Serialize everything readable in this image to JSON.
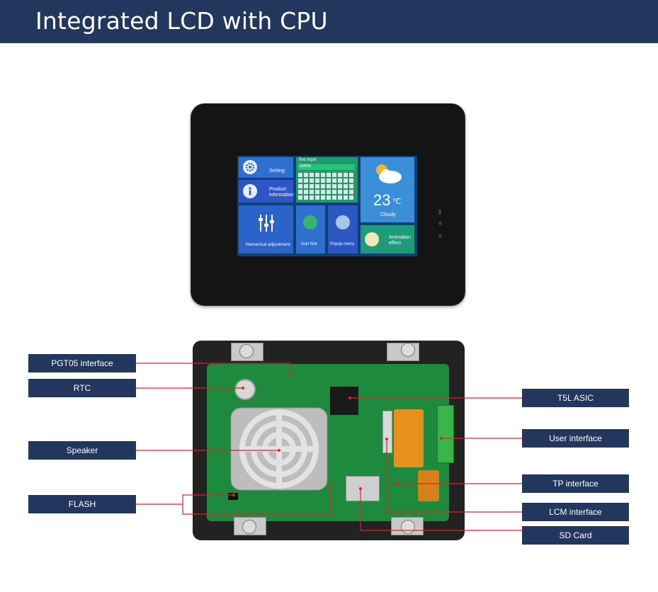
{
  "header": {
    "title": "Integrated LCD with CPU"
  },
  "screen_ui": {
    "setting": "Setting",
    "product_info_1": "Product",
    "product_info_2": "information",
    "text_input": "Text input",
    "input_value": "DWIN",
    "temperature": "23",
    "temp_unit": "℃",
    "weather": "Cloudy",
    "numerical": "Numerical adjustment",
    "icon_hint": "Icon hint",
    "popup_menu": "Popup menu",
    "animation_1": "Animation",
    "animation_2": "effect"
  },
  "labels": {
    "pgt05": "PGT05 interface",
    "rtc": "RTC",
    "speaker": "Speaker",
    "flash": "FLASH",
    "t5l": "T5L ASIC",
    "user_interface": "User interface",
    "tp_interface": "TP interface",
    "lcm_interface": "LCM interface",
    "sd_card": "SD Card"
  },
  "colors": {
    "header": "#23365e",
    "label_bg": "#23365e",
    "leader": "#e0202a",
    "pcb": "#1e8a3e"
  }
}
